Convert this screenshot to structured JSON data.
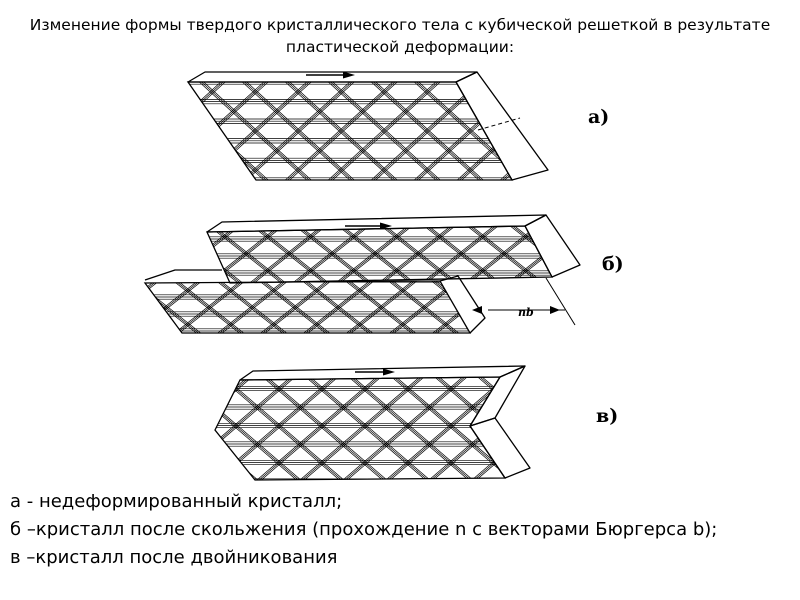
{
  "title": "Изменение формы твердого кристаллического тела с кубической решеткой в результате пластической деформации:",
  "figures": [
    {
      "label": "а)"
    },
    {
      "label": "б)",
      "annotation": "nb"
    },
    {
      "label": "в)"
    }
  ],
  "legend": [
    "а - недеформированный кристалл;",
    "б –кристалл после скольжения (прохождение n с векторами Бюргерса b);",
    "в –кристалл после двойникования"
  ]
}
